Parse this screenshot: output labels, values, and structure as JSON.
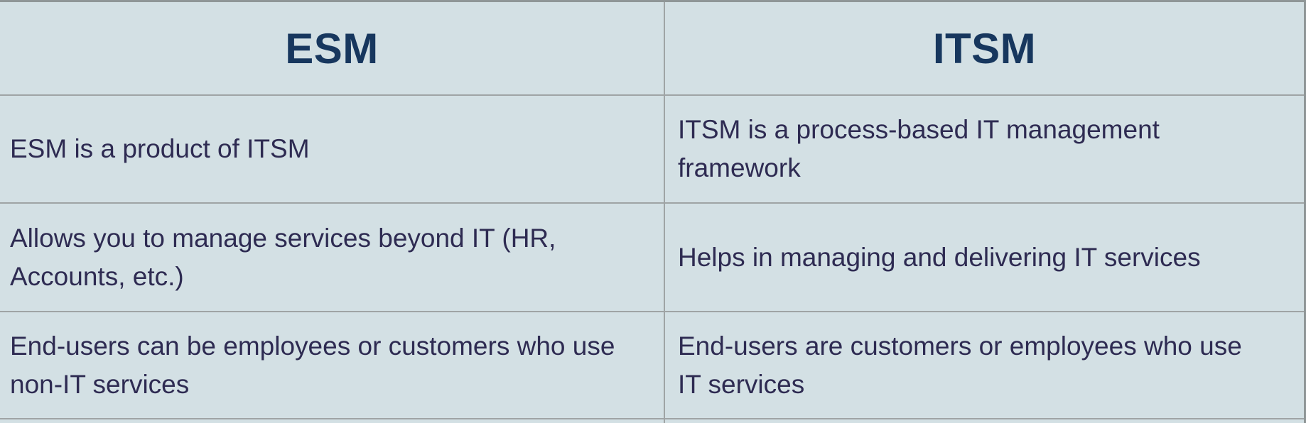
{
  "colors": {
    "background": "#d3e0e4",
    "outer_border": "#8f9697",
    "inner_border": "#9fa4a5",
    "header_text": "#17375e",
    "body_text": "#2e2b52"
  },
  "table": {
    "headers": [
      {
        "label": "ESM"
      },
      {
        "label": "ITSM"
      }
    ],
    "rows": [
      {
        "esm_lines": [
          "ESM is a product of ITSM"
        ],
        "itsm_lines": [
          "ITSM is a process-based IT management",
          "framework"
        ]
      },
      {
        "esm_lines": [
          "Allows you to manage services beyond IT (HR,",
          "Accounts, etc.)"
        ],
        "itsm_lines": [
          "Helps in managing and delivering IT services"
        ]
      },
      {
        "esm_lines": [
          "End-users can be employees or customers who use",
          "non-IT services"
        ],
        "itsm_lines": [
          "End-users are customers or employees who use",
          "IT services"
        ]
      }
    ]
  }
}
